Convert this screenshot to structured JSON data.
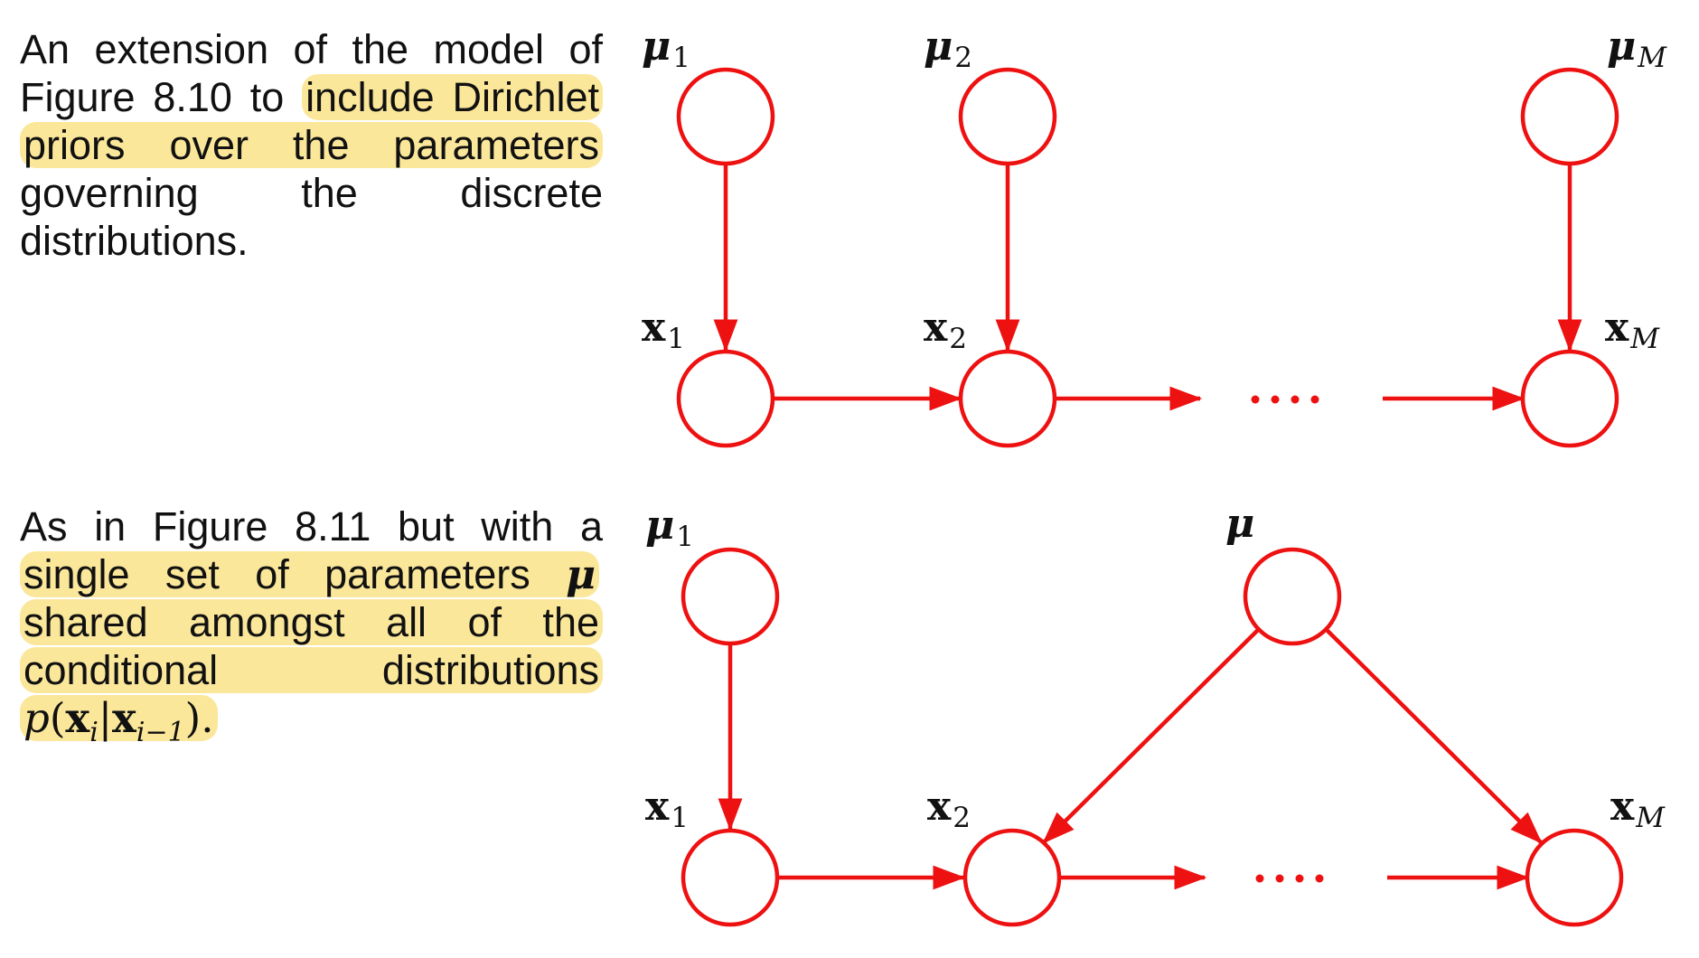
{
  "diagram_1": {
    "caption": {
      "p1": "An extension of the model of Figure 8.10 to ",
      "hl1": "include Dirichlet priors over the parameters",
      "p2": " governing the discrete distributions."
    },
    "nodes": {
      "mu1": {
        "main": "μ",
        "sub": "1"
      },
      "mu2": {
        "main": "μ",
        "sub": "2"
      },
      "muM": {
        "main": "μ",
        "sub": "M"
      },
      "x1": {
        "main": "x",
        "sub": "1"
      },
      "x2": {
        "main": "x",
        "sub": "2"
      },
      "xM": {
        "main": "x",
        "sub": "M"
      }
    },
    "ellipsis": "····"
  },
  "diagram_2": {
    "caption": {
      "p1": "As in Figure 8.11 but with a ",
      "hl1": "single set of parameters",
      "mu": "μ",
      "hl2": "shared amongst all of the conditional distributions",
      "math_p": "p",
      "math_open": "(",
      "math_x": "x",
      "math_i": "i",
      "math_bar": "|",
      "math_sub_im1": "i−1",
      "math_close": ").",
      "p2": ""
    },
    "nodes": {
      "mu1": {
        "main": "μ",
        "sub": "1"
      },
      "mu": {
        "main": "μ"
      },
      "x1": {
        "main": "x",
        "sub": "1"
      },
      "x2": {
        "main": "x",
        "sub": "2"
      },
      "xM": {
        "main": "x",
        "sub": "M"
      }
    },
    "ellipsis": "····"
  },
  "colors": {
    "graph": "#ee1111",
    "highlight": "#fbe79a",
    "text": "#111111"
  }
}
